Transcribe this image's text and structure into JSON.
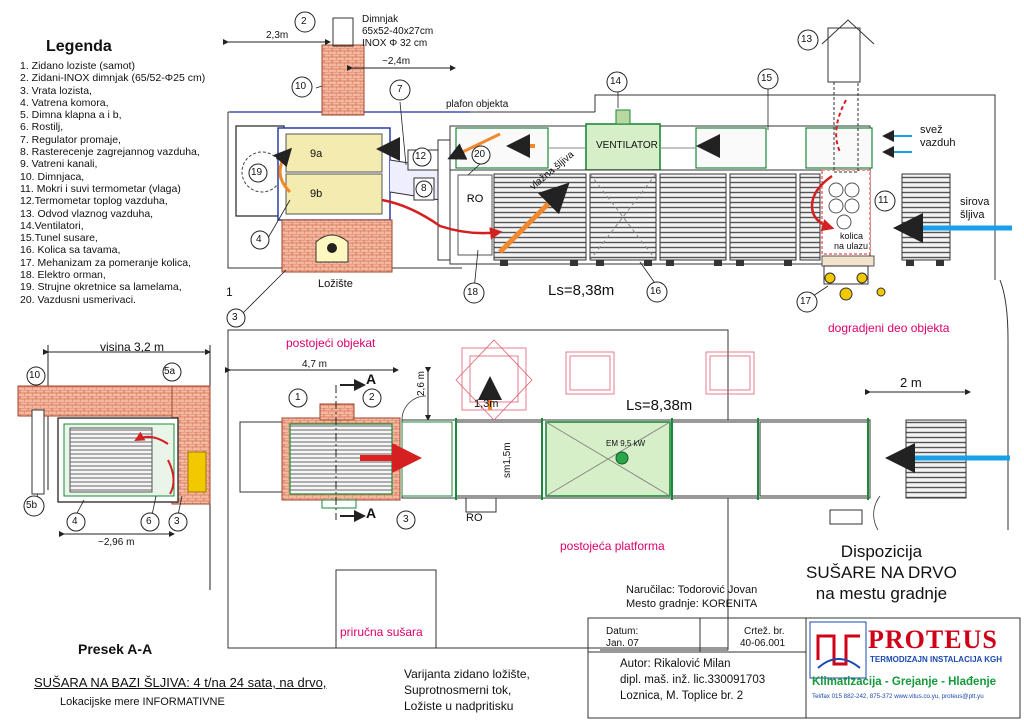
{
  "legend": {
    "title": "Legenda",
    "items": [
      "1. Zidano loziste (samot)",
      "2. Zidani-INOX dimnjak  (65/52-Φ25 cm)",
      "3. Vrata lozista,",
      "4. Vatrena komora,",
      "5. Dimna klapna a i b,",
      "6. Rostilj,",
      "7. Regulator promaje,",
      "8. Rasterecenje zagrejannog vazduha,",
      "9. Vatreni kanali,",
      "10. Dimnjaca,",
      "11. Mokri i suvi termometar (vlaga)",
      "12.Termometar toplog vazduha,",
      "13. Odvod vlaznog vazduha,",
      "14.Ventilatori,",
      "15.Tunel susare,",
      "16. Kolica sa tavama,",
      "17. Mehanizam za pomeranje kolica,",
      "18. Elektro orman,",
      "19. Strujne okretnice sa lamelama,",
      "20. Vazdusni usmerivaci."
    ]
  },
  "top_view": {
    "chimney_dims": [
      "Dimnjak",
      "65x52-40x27cm",
      "INOX Φ 32 cm"
    ],
    "dim_2_3": "2,3m",
    "dim_2_4": "~2,4m",
    "ceiling": "plafon objekta",
    "ventilator": "VENTILATOR",
    "fresh_air": [
      "svež",
      "vazduh"
    ],
    "raw_plums": [
      "sirova",
      "šljiva"
    ],
    "wet_plums": "vlažna šljiva",
    "cart_in": [
      "kolica",
      "na ulazu"
    ],
    "firebox": "Ložište",
    "ro": "RO",
    "length": "Ls=8,38m",
    "label_one": "1",
    "callouts": {
      "n2": "2",
      "n3": "3",
      "n4": "4",
      "n7": "7",
      "n8": "8",
      "n9a": "9a",
      "n9b": "9b",
      "n10": "10",
      "n11": "11",
      "n12": "12",
      "n13": "13",
      "n14": "14",
      "n15": "15",
      "n16": "16",
      "n17": "17",
      "n18": "18",
      "n19": "19",
      "n20": "20"
    }
  },
  "section": {
    "height": "visina 3,2 m",
    "width": "~2,96 m",
    "title": "Presek  A-A",
    "callouts": {
      "n10": "10",
      "n5a": "5a",
      "n5b": "5b",
      "n4": "4",
      "n6": "6",
      "n3": "3"
    }
  },
  "plan": {
    "existing": "postojeći objekat",
    "added": "dogradjeni deo objekta",
    "platform": "postojeća platforma",
    "makeshift": "priručna sušara",
    "dim_4_7": "4,7 m",
    "dim_2_6": "2,6 m",
    "dim_1_3": "1,3m",
    "dim_1_5": "sm1,5m",
    "dim_2m": "2 m",
    "length": "Ls=8,38m",
    "motor": "EM 9,5 kW",
    "ro": "RO",
    "cut_mark": "A",
    "callouts": {
      "n1": "1",
      "n2": "2",
      "n3": "3"
    }
  },
  "footer": {
    "capacity": "SUŠARA NA BAZI ŠLJIVA:  4 t/na 24 sata, na drvo,",
    "dims_note": "Lokacijske mere INFORMATIVNE",
    "variant": [
      "Varijanta zidano ložište,",
      "Suprotnosmerni tok,",
      "Ložiste u nadpritisku"
    ]
  },
  "titleblock": {
    "heading": [
      "Dispozicija",
      "SUŠARE NA DRVO",
      "na mestu gradnje"
    ],
    "client": "Naručilac: Todorović Jovan",
    "site": "Mesto gradnje: KORENITA",
    "date_label": "Datum:",
    "date": "Jan. 07",
    "drawing_label": "Crtež. br.",
    "drawing_no": "40-06.001",
    "author": "Autor: Rikalović Milan",
    "credentials": "dipl. maš. inž. lic.330091703",
    "address": "Loznica, M. Toplice br. 2"
  },
  "company": {
    "name": "PROTEUS",
    "tagline": "TERMODIZAJN INSTALACIJA KGH",
    "services": "Klimatizacija - Grejanje - Hlađenje",
    "contact": "Tel/fax 015 882-242,  875-372  www.vitus.co.yu,  proteus@ptt.yu",
    "colors": {
      "red": "#d00018",
      "blue": "#1a49b0",
      "green": "#159a3a"
    }
  },
  "colors": {
    "orange": "#f08a2c",
    "red": "#e02020",
    "blue": "#1aa0e8",
    "pink": "#e0006a",
    "brick": "#e88a66",
    "green": "#2aa64a"
  }
}
